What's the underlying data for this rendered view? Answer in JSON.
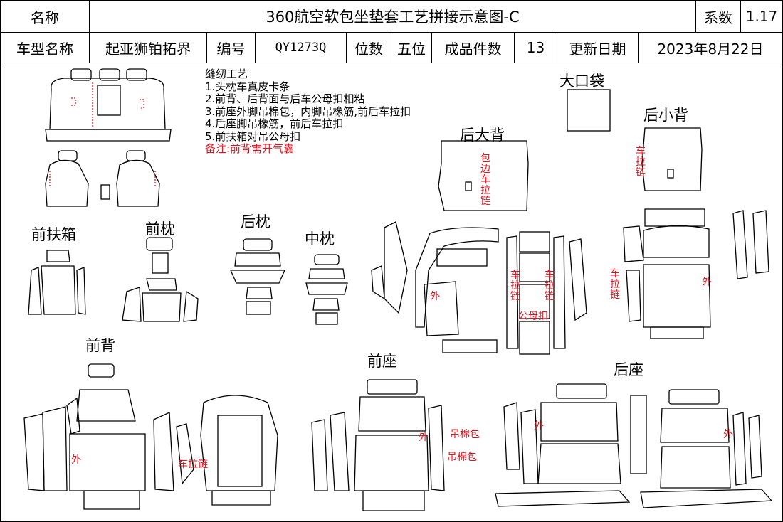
{
  "header": {
    "name_label": "名称",
    "title": "360航空软包坐垫套工艺拼接示意图-C",
    "coef_label": "系数",
    "coef_value": "1.17"
  },
  "info": {
    "model_label": "车型名称",
    "model_value": "起亚狮铂拓界",
    "code_label": "编号",
    "code_value": "QY1273Q",
    "seats_label": "位数",
    "seats_value": "五位",
    "pieces_label": "成品件数",
    "pieces_value": "13",
    "date_label": "更新日期",
    "date_value": "2023年8月22日"
  },
  "notes": {
    "title": "缝纫工艺",
    "items": [
      "1.头枕车真皮卡条",
      "2.前背、后背面与后车公母扣相粘",
      "3.前座外脚吊棉包，内脚吊橡筋,前后车拉扣",
      "4.后座脚吊橡筋，前后车拉扣",
      "5.前扶箱对吊公母扣"
    ],
    "remark": "备注:前背需开气囊"
  },
  "sections": {
    "big_pocket": "大口袋",
    "rear_small_back": "后小背",
    "rear_big_back": "后大背",
    "front_armrest": "前扶箱",
    "front_pillow": "前枕",
    "rear_pillow": "后枕",
    "middle_pillow": "中枕",
    "front_back": "前背",
    "front_seat": "前座",
    "rear_seat": "后座"
  },
  "annotations": {
    "piping_zip": "包边车拉链",
    "zipper": "车拉链",
    "outer": "外",
    "snap": "公母扣",
    "hang_cotton": "吊棉包"
  }
}
